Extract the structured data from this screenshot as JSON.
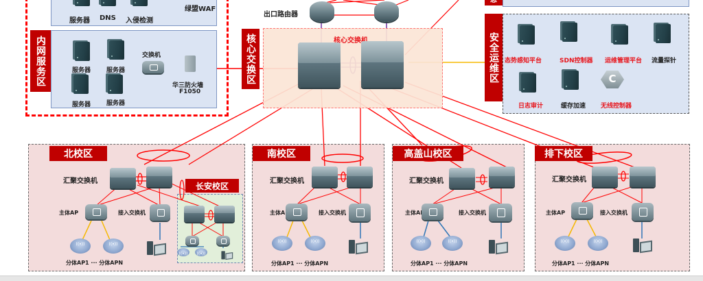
{
  "top_partial_zone": {
    "items": [
      "服务器",
      "DNS",
      "入侵检测"
    ],
    "waf_label": "绿盟WAF"
  },
  "intranet_zone": {
    "tag": "内网服务区",
    "servers": [
      "服务器",
      "服务器",
      "服务器",
      "服务器"
    ],
    "switch_label": "交换机",
    "firewall_label_line1": "华三防火墙",
    "firewall_label_line2": "F1050"
  },
  "core_zone": {
    "tag": "核心交换区",
    "router_label": "出口路由器",
    "core_switch_label": "核心交换机"
  },
  "ops_zone": {
    "top_tag_partial": "思",
    "tag": "安全运维区",
    "items_row1": [
      {
        "label": "态势感知平台",
        "color": "#e8141b"
      },
      {
        "label": "SDN控制器",
        "color": "#e8141b"
      },
      {
        "label": "运维管理平台",
        "color": "#e8141b"
      },
      {
        "label": "流量探针",
        "color": "#222222"
      }
    ],
    "items_row2": [
      {
        "label": "日志审计",
        "color": "#e8141b"
      },
      {
        "label": "缓存加速",
        "color": "#222222"
      },
      {
        "label": "无线控制器",
        "color": "#e8141b"
      }
    ]
  },
  "campuses": [
    {
      "name": "北校区",
      "agg_label": "汇聚交换机",
      "ap_label": "主体AP",
      "access_label": "接入交换机",
      "sub_ap_label": "分体AP1  ···  分体APN"
    },
    {
      "name": "南校区",
      "agg_label": "汇聚交换机",
      "ap_label": "主体AP",
      "access_label": "接入交换机",
      "sub_ap_label": "分体AP1  ···  分体APN"
    },
    {
      "name": "高盖山校区",
      "agg_label": "汇聚交换机",
      "ap_label": "主体AP",
      "access_label": "接入交换机",
      "sub_ap_label": "分体AP1  ···  分体APN"
    },
    {
      "name": "排下校区",
      "agg_label": "汇聚交换机",
      "ap_label": "主体AP",
      "access_label": "接入交换机",
      "sub_ap_label": "分体AP1  ···  分体APN"
    }
  ],
  "sub_campus": {
    "name": "长安校区"
  },
  "colors": {
    "tag_red": "#c00000",
    "link_red": "#ff0000",
    "link_yellow": "#f5b800",
    "link_blue": "#2e75b6",
    "link_purple": "#7030a0",
    "panel_blue": "#dbe4f3",
    "campus_pink": "#f3dcdc",
    "core_peach": "#fbe5d6",
    "sub_campus_green": "#e2efda"
  }
}
